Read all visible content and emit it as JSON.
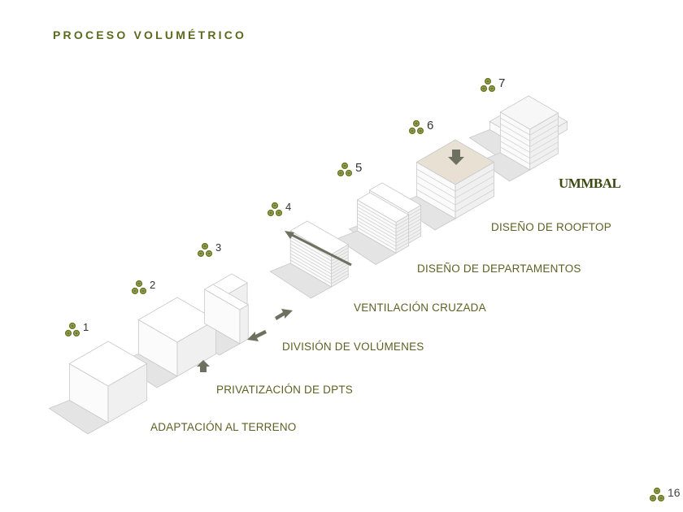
{
  "title": "PROCESO VOLUMÉTRICO",
  "steps": [
    {
      "number": "1",
      "label": "ADAPTACIÓN AL TERRENO"
    },
    {
      "number": "2",
      "label": "PRIVATIZACIÓN DE DPTS"
    },
    {
      "number": "3",
      "label": "DIVISIÓN DE VOLÚMENES"
    },
    {
      "number": "4",
      "label": "VENTILACIÓN CRUZADA"
    },
    {
      "number": "5",
      "label": "DISEÑO DE DEPARTAMENTOS"
    },
    {
      "number": "6",
      "label": "DISEÑO DE ROOFTOP"
    },
    {
      "number": "7",
      "label": ""
    }
  ],
  "brand": "UMMBAL",
  "page_number": "16",
  "colors": {
    "accent": "#5b6a1f",
    "label": "#5d6125",
    "arrow": "#6e7160",
    "rooftop": "#e8e0d2"
  },
  "icons": {
    "step_marker": "triskelion-icon"
  }
}
